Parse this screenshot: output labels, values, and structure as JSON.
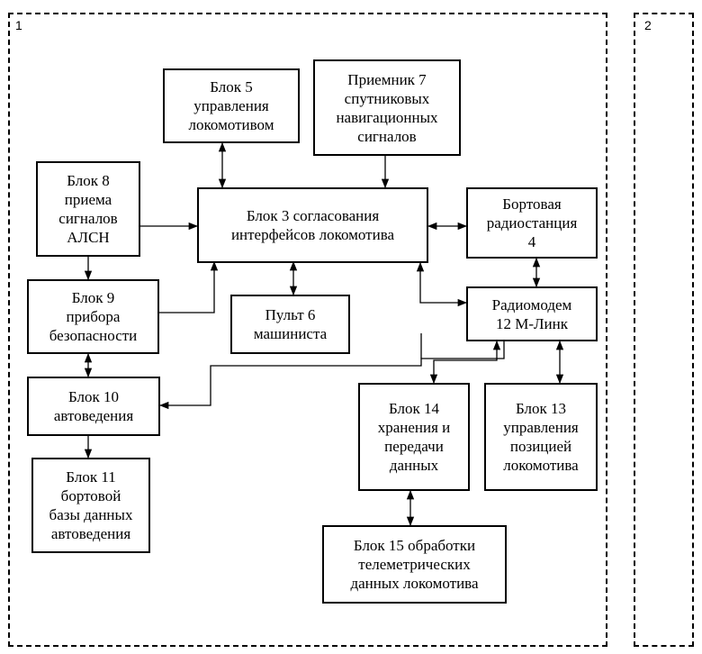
{
  "frames": {
    "main_label": "1",
    "side_label": "2"
  },
  "blocks": {
    "b5": "Блок 5\nуправления\nлокомотивом",
    "b7": "Приемник 7\nспутниковых\nнавигационных\nсигналов",
    "b8": "Блок 8\nприема\nсигналов\nАЛСН",
    "b3": "Блок 3 согласования\nинтерфейсов локомотива",
    "b4": "Бортовая\nрадиостанция\n4",
    "b9": "Блок 9\nприбора\nбезопасности",
    "b6": "Пульт 6\nмашиниста",
    "b12": "Радиомодем\n12  М-Линк",
    "b10": "Блок 10\nавтоведения",
    "b14": "Блок 14\nхранения и\nпередачи\nданных",
    "b13": "Блок 13\nуправления\nпозицией\nлокомотива",
    "b11": "Блок 11\nбортовой\nбазы данных\nавтоведения",
    "b15": "Блок 15 обработки\nтелеметрических\nданных локомотива"
  }
}
